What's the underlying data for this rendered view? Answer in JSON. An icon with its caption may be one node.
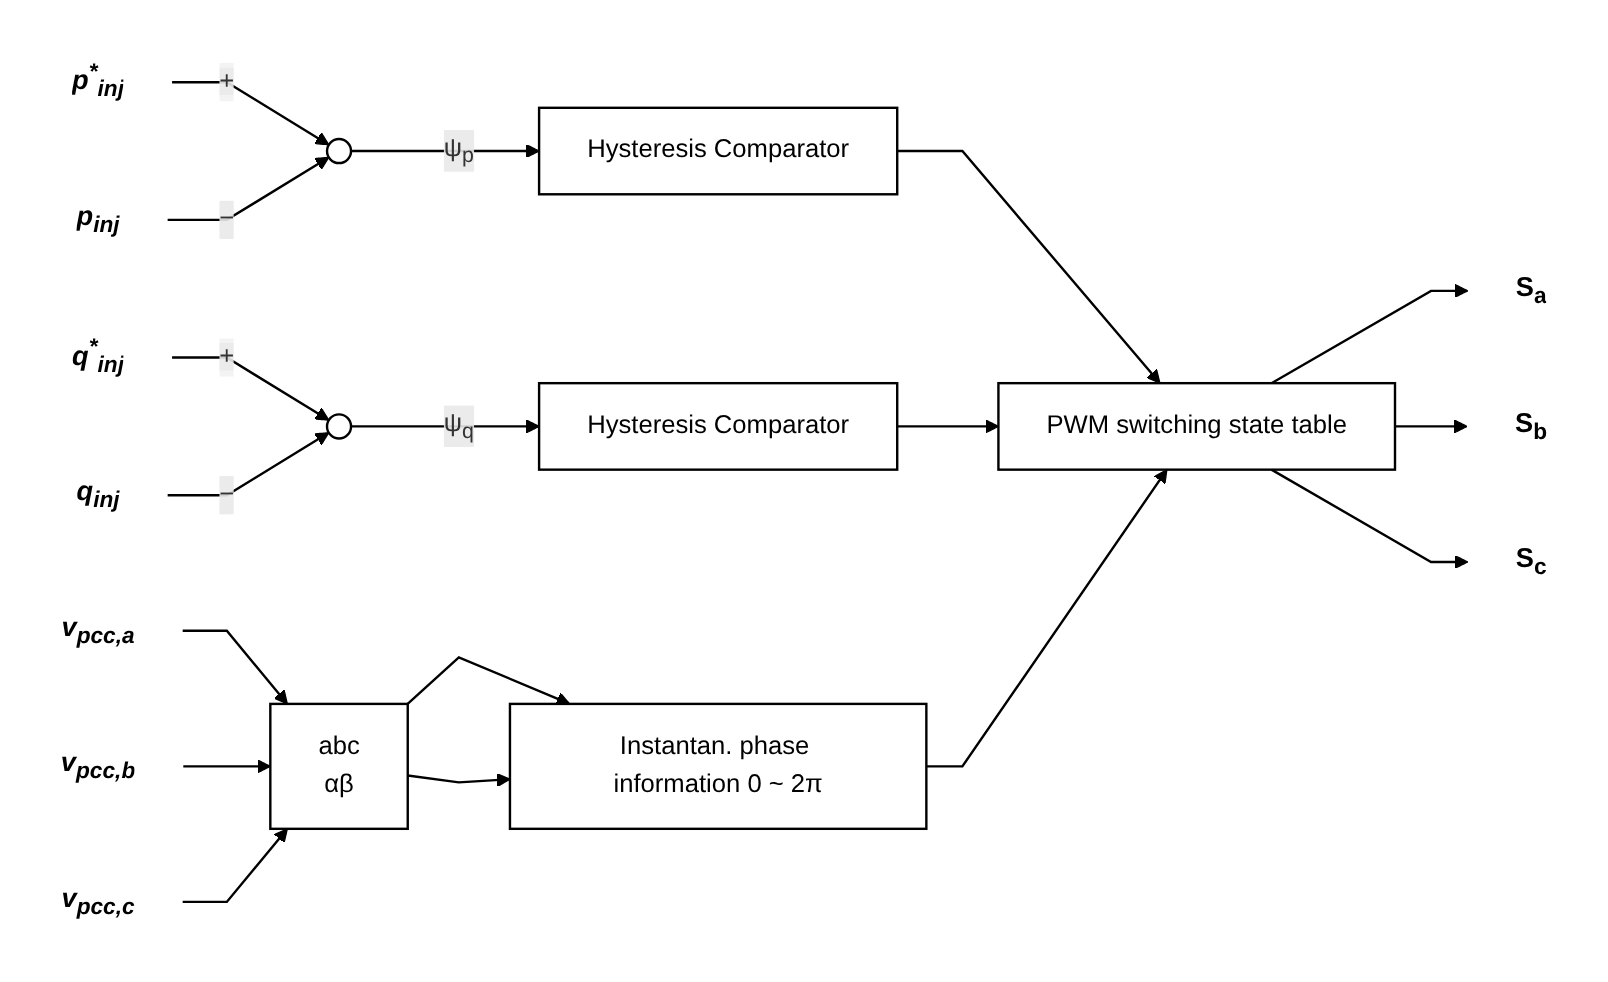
{
  "diagram": {
    "nodes": [
      {
        "text": [
          "p$^{*}$$_{inj}$"
        ]
      },
      {
        "text": [
          "p$_{inj}$"
        ]
      },
      {
        "text": [],
        "shape": "circle"
      },
      {
        "text": [
          "Hysteresis Comparator"
        ]
      },
      {
        "text": [
          "q$^{*}$$_{inj}$"
        ]
      },
      {
        "text": [
          "q$_{inj}$"
        ]
      },
      {
        "text": [],
        "shape": "circle"
      },
      {
        "text": [
          "Hysteresis Comparator"
        ]
      },
      {
        "text": [
          "PWM switching state table"
        ]
      },
      {
        "text": [
          "S$_{a}$"
        ]
      },
      {
        "text": [
          "S$_{b}$"
        ]
      },
      {
        "text": [
          "S$_{c}$"
        ]
      },
      {
        "text": [
          "v$_{pcc,a}$"
        ]
      },
      {
        "text": [
          "v$_{pcc,b}$"
        ]
      },
      {
        "text": [
          "v$_{pcc,c}$"
        ]
      },
      {
        "text": [
          "abc",
          "αβ"
        ]
      },
      {
        "text": [
          "Instantan. phase information 0 ~ 2π"
        ]
      }
    ],
    "edges": [
      {
        "from": 0,
        "to": 2,
        "arrow": "to",
        "label": "+"
      },
      {
        "from": 1,
        "to": 2,
        "arrow": "to",
        "label": "−"
      },
      {
        "from": 2,
        "to": 3,
        "arrow": "to",
        "label": "ψ$_{p}$"
      },
      {
        "from": 3,
        "to": 8,
        "arrow": "to"
      },
      {
        "from": 4,
        "to": 6,
        "arrow": "to",
        "label": "+"
      },
      {
        "from": 5,
        "to": 6,
        "arrow": "to",
        "label": "−"
      },
      {
        "from": 6,
        "to": 7,
        "arrow": "to",
        "label": "ψ$_{q}$"
      },
      {
        "from": 7,
        "to": 8,
        "arrow": "to"
      },
      {
        "from": 8,
        "to": 9,
        "arrow": "to"
      },
      {
        "from": 8,
        "to": 10,
        "arrow": "to"
      },
      {
        "from": 8,
        "to": 11,
        "arrow": "to"
      },
      {
        "from": 12,
        "to": 15,
        "arrow": "to"
      },
      {
        "from": 13,
        "to": 15,
        "arrow": "to"
      },
      {
        "from": 14,
        "to": 15,
        "arrow": "to"
      },
      {
        "from": 15,
        "to": 16,
        "arrow": "to"
      },
      {
        "from": 15,
        "to": 16,
        "arrow": "to"
      },
      {
        "from": 16,
        "to": 8,
        "arrow": "to"
      }
    ]
  }
}
